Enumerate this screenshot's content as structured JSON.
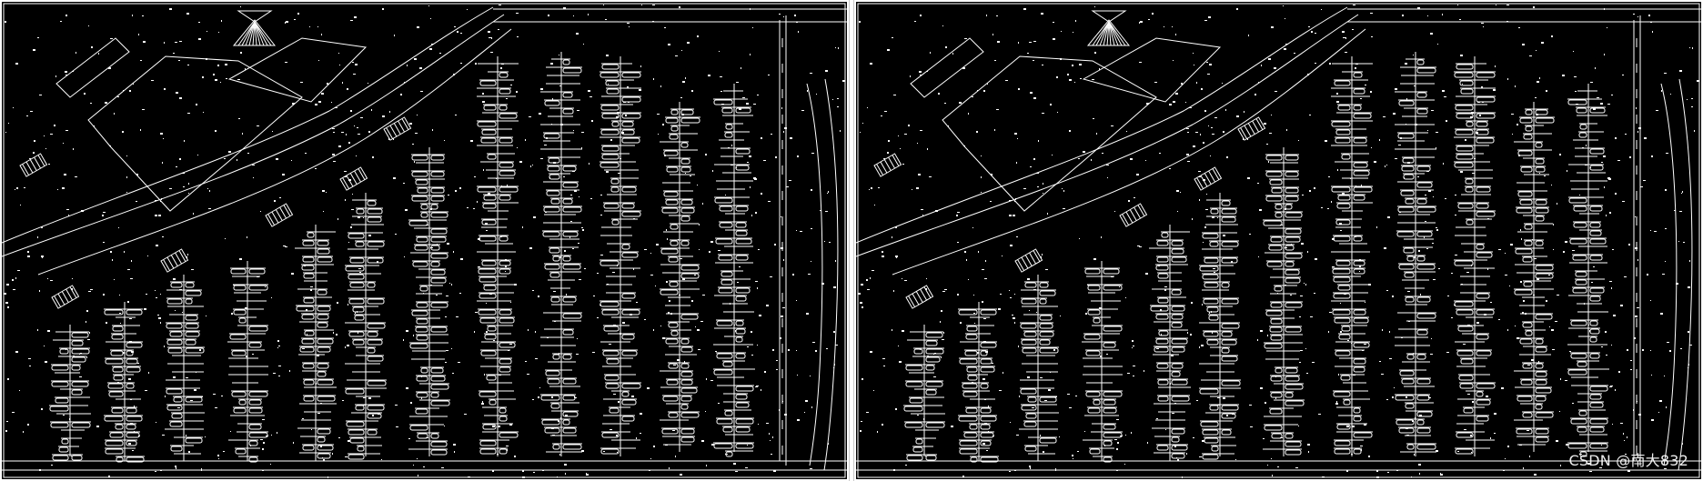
{
  "image": {
    "description_panels": [
      "canny-edge-map-left",
      "canny-edge-map-right"
    ],
    "background_color": "#000000",
    "edge_color": "#ffffff",
    "divider_color": "#ffffff"
  },
  "watermark": {
    "text": "CSDN @南大832"
  }
}
